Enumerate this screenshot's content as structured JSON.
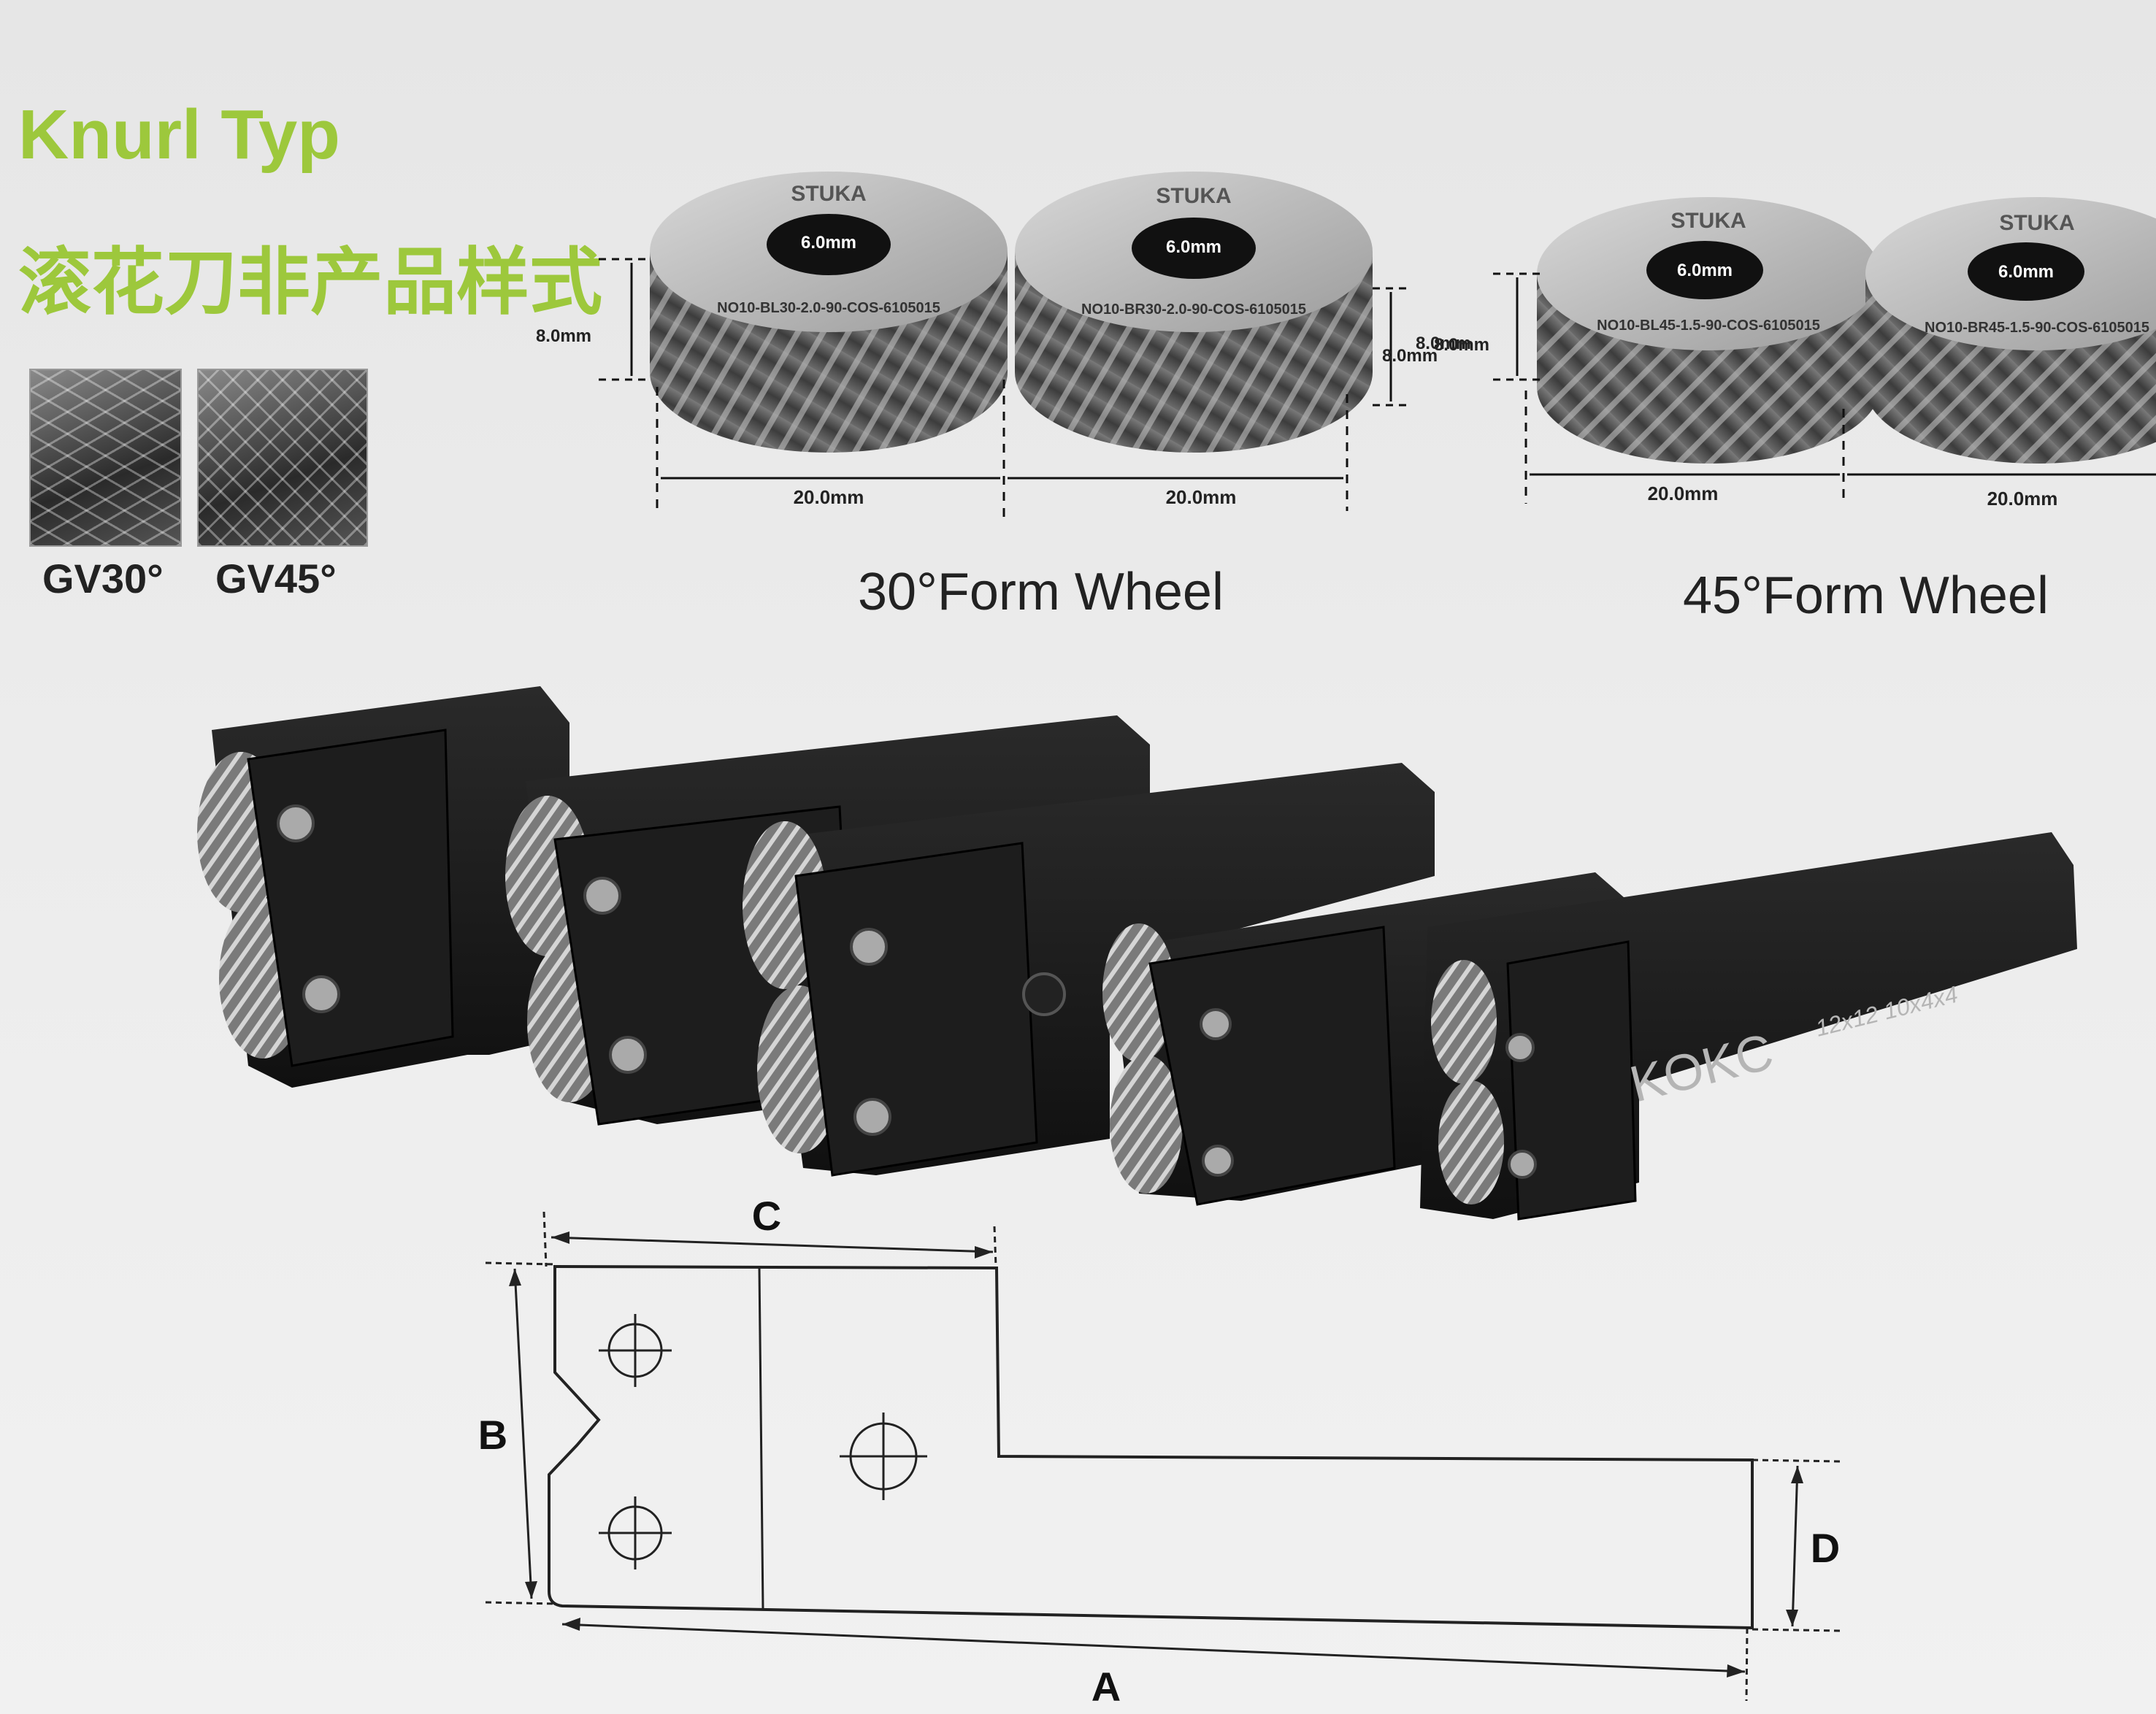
{
  "header": {
    "title_en": "Knurl Typ",
    "title_cn": "滚花刀非产品样式"
  },
  "patterns": [
    {
      "label": "GV30°"
    },
    {
      "label": "GV45°"
    }
  ],
  "form_wheels": {
    "wheel_brand": "STUKA",
    "bore": "6.0mm",
    "width": "8.0mm",
    "diameter": "20.0mm",
    "set30": {
      "caption": "30°Form Wheel",
      "code_left": "NO10-BL30-2.0-90-COS-6105015",
      "code_right": "NO10-BR30-2.0-90-COS-6105015"
    },
    "set45": {
      "caption": "45°Form Wheel",
      "code_left": "NO10-BL45-1.5-90-COS-6105015",
      "code_right": "NO10-BR45-1.5-90-COS-6105015"
    }
  },
  "tool": {
    "brand": "KOKC",
    "spec": "12x12 10x4x4"
  },
  "drawing": {
    "labels": {
      "A": "A",
      "B": "B",
      "C": "C",
      "D": "D"
    }
  },
  "colors": {
    "accent_green": "#9dc83c",
    "tool_black": "#1a1a1a",
    "steel": "#9a9a9a"
  }
}
